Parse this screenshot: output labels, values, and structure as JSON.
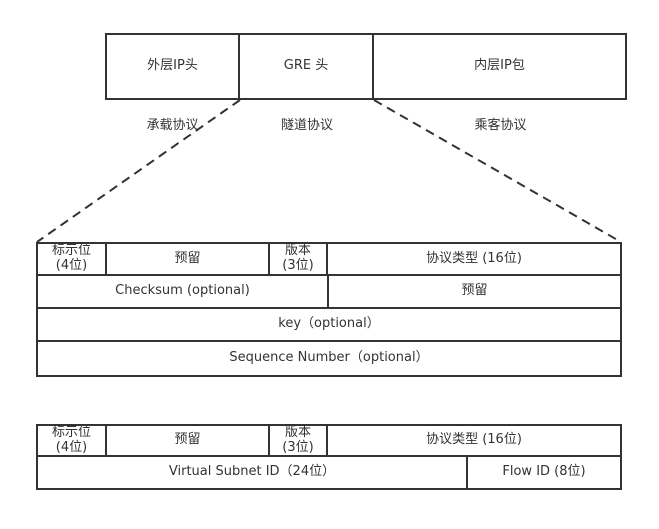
{
  "colors": {
    "line": "#333333",
    "text": "#333333",
    "background": "#ffffff"
  },
  "packet_row": {
    "segments": [
      {
        "label": "外层IP头",
        "protocol": "承载协议"
      },
      {
        "label": "GRE 头",
        "protocol": "隧道协议"
      },
      {
        "label": "内层IP包",
        "protocol": "乘客协议"
      }
    ]
  },
  "gre_header_table": {
    "flags": "标示位\n(4位)",
    "reserved1": "预留",
    "version": "版本\n(3位)",
    "protocol_type": "协议类型 (16位)",
    "checksum": "Checksum (optional)",
    "reserved2": "预留",
    "key": "key（optional）",
    "sequence_number": "Sequence Number（optional）"
  },
  "nvgre_header_table": {
    "flags": "标示位\n(4位)",
    "reserved": "预留",
    "version": "版本\n(3位)",
    "protocol_type": "协议类型 (16位)",
    "virtual_subnet_id": "Virtual Subnet ID（24位）",
    "flow_id": "Flow ID (8位)"
  }
}
